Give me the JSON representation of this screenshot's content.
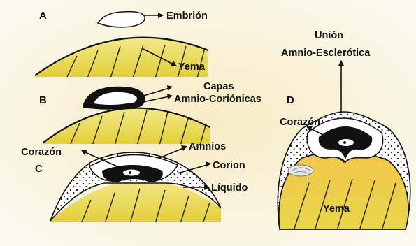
{
  "panels": {
    "a": {
      "letter": "A",
      "labels": {
        "embrion": "Embrión",
        "yema": "Yema"
      }
    },
    "b": {
      "letter": "B",
      "labels": {
        "capas_1": "Capas",
        "capas_2": "Amnio-Coriónicas"
      }
    },
    "c": {
      "letter": "C",
      "labels": {
        "corazon": "Corazón",
        "amnios": "Amnios",
        "corion": "Corion",
        "liquido": "Líquido"
      }
    },
    "d": {
      "letter": "D",
      "labels": {
        "union_1": "Unión",
        "union_2": "Amnio-Esclerótica",
        "corazon": "Corazón",
        "yema": "Yema"
      }
    }
  },
  "colors": {
    "yolk": "#e7d23a",
    "yolk_dark": "#d6a21a",
    "membrane": "#000000",
    "fluid": "#ffffff",
    "background": "#fbf8ee"
  }
}
